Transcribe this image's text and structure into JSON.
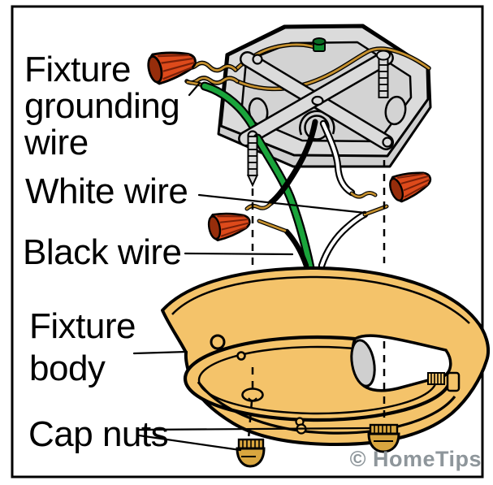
{
  "labels": {
    "fixture_grounding_wire": "Fixture grounding wire",
    "white_wire": "White wire",
    "black_wire": "Black wire",
    "fixture_body": "Fixture body",
    "cap_nuts": "Cap nuts"
  },
  "watermark": "© HomeTips",
  "palette": {
    "outline": "#000000",
    "boxGray": "#DBDBDB",
    "boxGrayDark": "#CFCFCF",
    "boxRecess": "#D3D3D3",
    "fixtureTan": "#F4C36A",
    "brass": "#D9A63F",
    "wireNutOrange": "#DD4A1B",
    "wireNutOpen": "#962D0B",
    "wireNutRidge": "#7A2008",
    "copper": "#C6912F",
    "greenWire": "#1AA43B",
    "greenScrew": "#0E8A2F",
    "greenScrewDark": "#0B6B24",
    "socketGray": "#CFCFCF",
    "watermark": "#8E969B",
    "labelText": "#000000"
  }
}
